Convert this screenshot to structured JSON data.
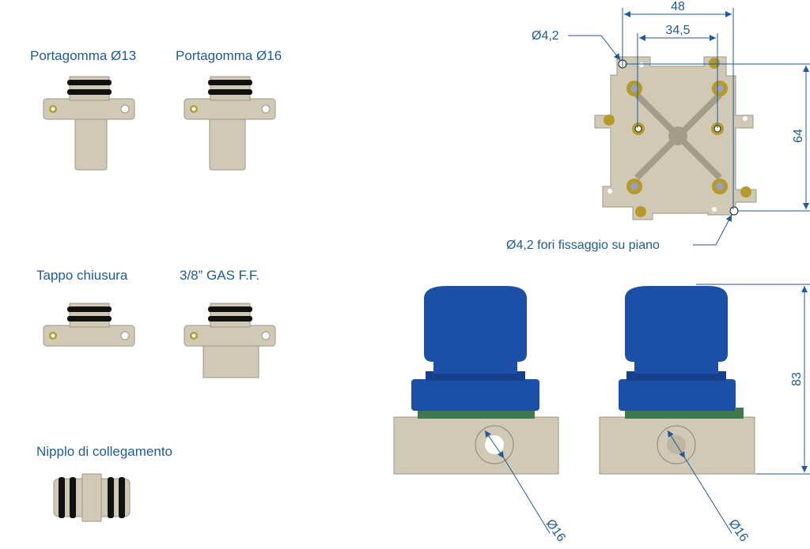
{
  "labels": {
    "portagomma13": "Portagomma Ø13",
    "portagomma16": "Portagomma Ø16",
    "tappo": "Tappo chiusura",
    "gas": "3/8” GAS F.F.",
    "nipplo": "Nipplo di collegamento"
  },
  "dimensions": {
    "width_outer": "48",
    "width_inner": "34,5",
    "height_top": "64",
    "hole_top": "Ø4,2",
    "hole_note": "Ø4,2 fori fissaggio su piano",
    "height_front": "83",
    "port_left": "Ø16",
    "port_right": "Ø16"
  },
  "colors": {
    "annotation": "#1f5a96",
    "knob": "#1b4fa8",
    "body": "#cfc9b6"
  }
}
